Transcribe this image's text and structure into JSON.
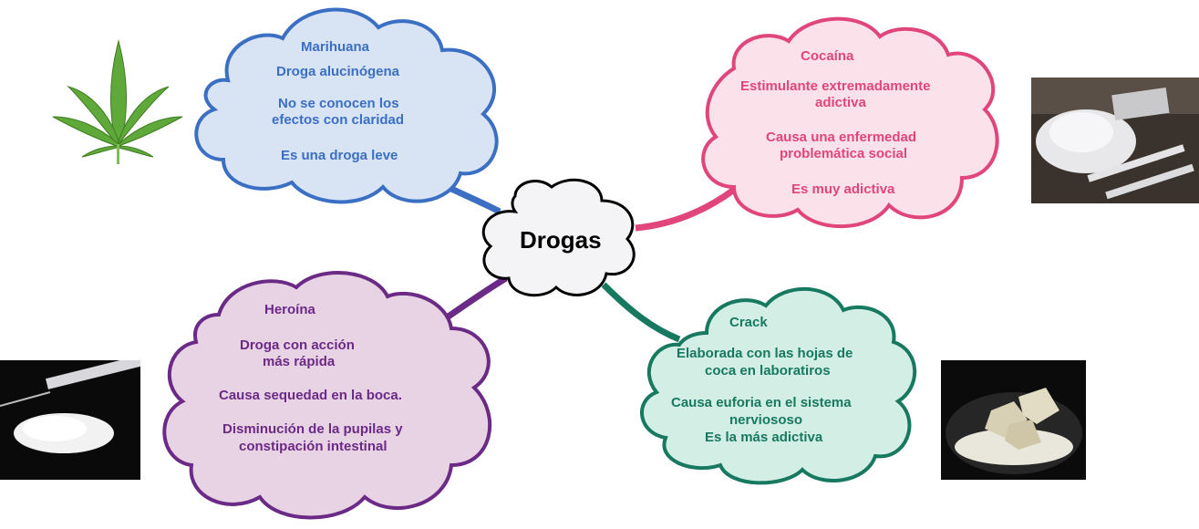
{
  "center": {
    "label": "Drogas"
  },
  "nodes": {
    "marihuana": {
      "title": "Marihuana",
      "lines": [
        "Droga alucinógena",
        "No se conocen los",
        "efectos con claridad",
        "Es una droga leve"
      ],
      "color": "#3a6fc4",
      "fill": "#d8e3f4",
      "image": "cannabis-leaf"
    },
    "cocaina": {
      "title": "Cocaína",
      "lines": [
        "Estimulante extremadamente",
        "adictiva",
        "Causa una enfermedad",
        "problemática social",
        "Es muy adictiva"
      ],
      "color": "#e0457b",
      "fill": "#fbe1ea",
      "image": "cocaine-powder-lines"
    },
    "heroina": {
      "title": "Heroína",
      "lines": [
        "Droga con acción",
        "más rápida",
        "Causa sequedad en la boca.",
        "Disminución de la pupilas y",
        "constipación intestinal"
      ],
      "color": "#6b2a86",
      "fill": "#e8d3e4",
      "image": "syringe-powder"
    },
    "crack": {
      "title": "Crack",
      "lines": [
        "Elaborada con las hojas de",
        "coca en laboratiros",
        "Causa euforia en el sistema",
        "nerviososo",
        "Es la más adictiva"
      ],
      "color": "#17795f",
      "fill": "#d3eee4",
      "image": "crack-rocks"
    }
  }
}
